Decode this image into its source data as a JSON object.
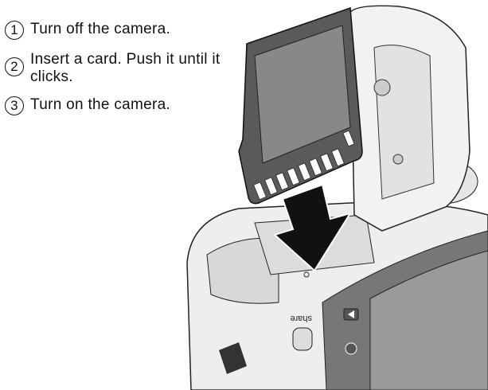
{
  "steps": [
    {
      "number": "1",
      "text": "Turn off the camera."
    },
    {
      "number": "2",
      "text": "Insert a card. Push it until it clicks."
    },
    {
      "number": "3",
      "text": "Turn on the camera."
    }
  ],
  "camera": {
    "share_label": "share"
  }
}
